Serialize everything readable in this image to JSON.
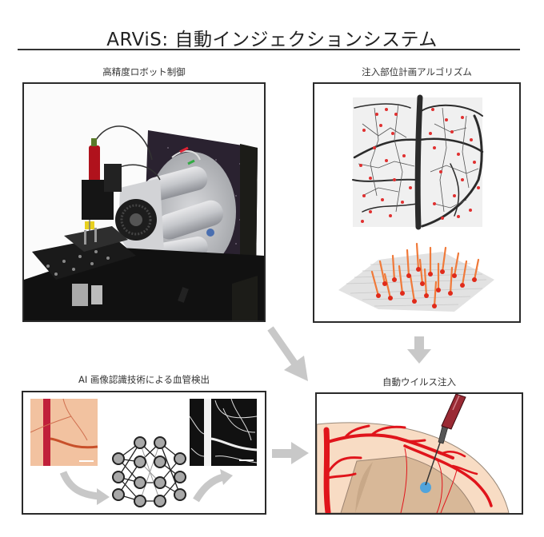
{
  "header": {
    "title": "ARViS: 自動インジェクションシステム"
  },
  "panels": {
    "robot": {
      "label": "高精度ロボット制御",
      "image": "robot-injection-rig-photo"
    },
    "planning": {
      "label": "注入部位計画アルゴリズム",
      "images": [
        "vessel-map-with-target-points",
        "3d-surface-with-injection-pins"
      ]
    },
    "detection": {
      "label": "AI 画像認識技術による血管検出",
      "images": [
        "brain-surface-photo",
        "neural-network-diagram",
        "segmented-vessel-map"
      ]
    },
    "injection": {
      "label": "自動ウイルス注入",
      "image": "needle-injection-illustration"
    }
  },
  "arrows": [
    {
      "from": "robot",
      "to": "injection",
      "direction": "diagonal-down-right"
    },
    {
      "from": "planning",
      "to": "injection",
      "direction": "down"
    },
    {
      "from": "detection",
      "to": "injection",
      "direction": "right"
    }
  ],
  "colors": {
    "frame": "#2a2a2a",
    "arrow": "#c8c8c8",
    "vessel_red": "#e0141b",
    "target_point": "#e03030",
    "pin_orange": "#f06a2a",
    "skin": "#f7dcc4",
    "brain_tissue": "#d9bb9c",
    "injection_blue": "#3aa0e8"
  }
}
